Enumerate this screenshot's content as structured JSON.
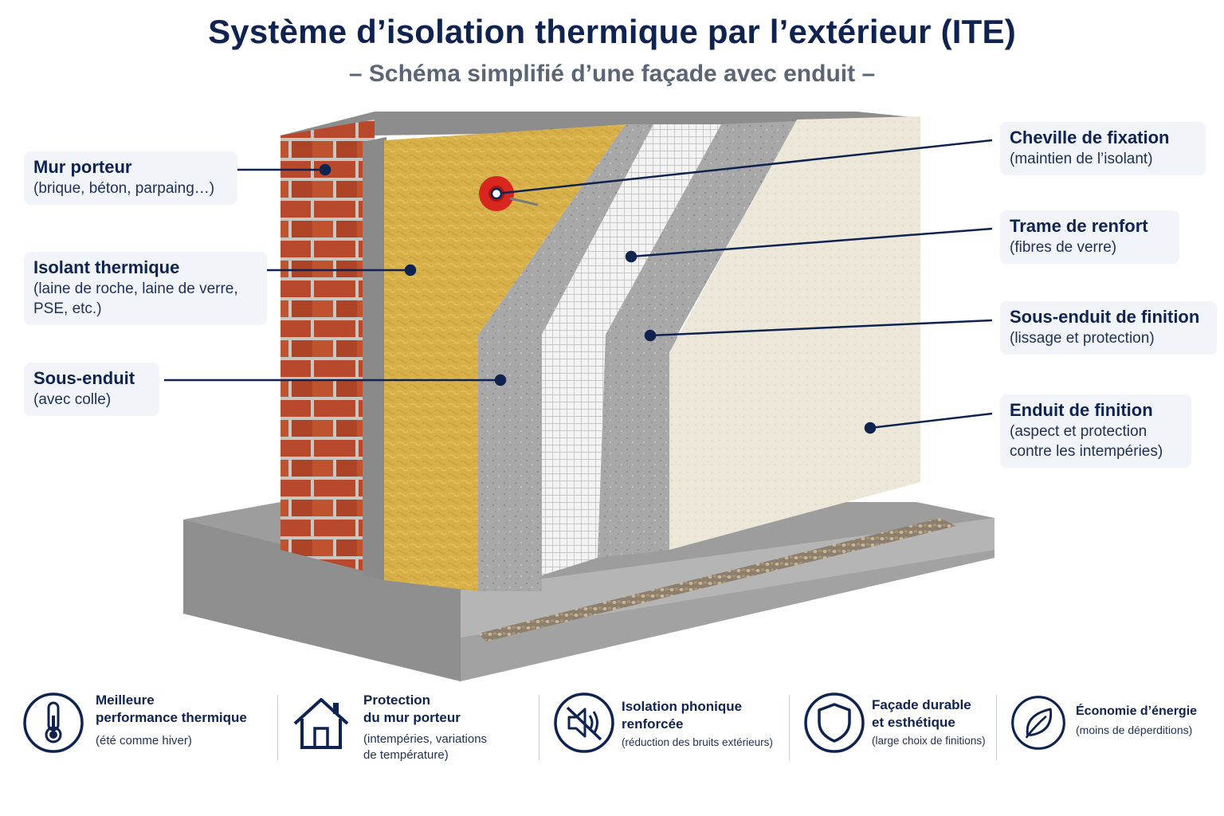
{
  "header": {
    "title": "Système d’isolation thermique par l’extérieur (ITE)",
    "subtitle": "– Schéma simplifié d’une façade avec enduit –"
  },
  "labels": {
    "mur_porteur": {
      "title": "Mur porteur",
      "subtitle": "(brique, béton, parpaing…)"
    },
    "isolant": {
      "title": "Isolant thermique",
      "subtitle_1": "(laine de roche, laine de verre,",
      "subtitle_2": "PSE, etc.)"
    },
    "sous_enduit": {
      "title": "Sous-enduit",
      "subtitle": "(avec colle)"
    },
    "cheville": {
      "title": "Cheville de fixation",
      "subtitle": "(maintien de l’isolant)"
    },
    "trame": {
      "title": "Trame de renfort",
      "subtitle": "(fibres de verre)"
    },
    "sous_enduit_finition": {
      "title": "Sous-enduit de finition",
      "subtitle": "(lissage et protection)"
    },
    "enduit_finition": {
      "title": "Enduit de finition",
      "subtitle_1": "(aspect et protection",
      "subtitle_2": "contre les intempéries)"
    }
  },
  "benefits": [
    {
      "icon": "thermometer-icon",
      "title_1": "Meilleure",
      "title_2": "performance thermique",
      "sub_1": "(été comme hiver)",
      "sub_2": ""
    },
    {
      "icon": "house-icon",
      "title_1": "Protection",
      "title_2": "du mur porteur",
      "sub_1": "(intempéries, variations",
      "sub_2": "de température)"
    },
    {
      "icon": "sound-off-icon",
      "title_1": "Isolation phonique",
      "title_2": "renforcée",
      "sub_1": "(réduction des bruits extérieurs)",
      "sub_2": ""
    },
    {
      "icon": "shield-icon",
      "title_1": "Façade durable",
      "title_2": "et esthétique",
      "sub_1": "(large choix de finitions)",
      "sub_2": ""
    },
    {
      "icon": "leaf-icon",
      "title_1": "Économie d’énergie",
      "title_2": "",
      "sub_1": "(moins de déperditions)",
      "sub_2": ""
    }
  ],
  "colors": {
    "navy": "#0f2350",
    "brick": "#b8472a",
    "insulation": "#d9b24a",
    "concrete": "#a9a9a9",
    "mesh": "#e6e6e6",
    "finish": "#ece6d8",
    "dowel": "#d8261e"
  }
}
